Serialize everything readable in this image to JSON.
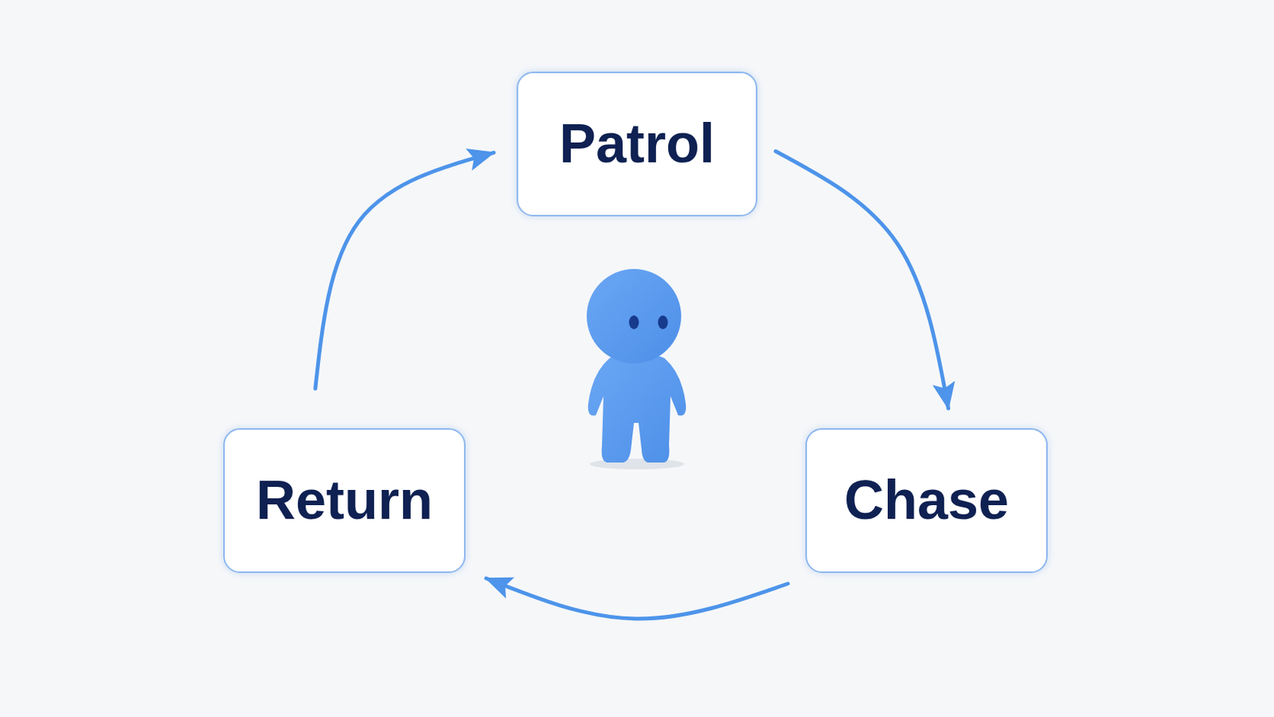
{
  "diagram": {
    "nodes": [
      {
        "text": [
          "Patrol"
        ]
      },
      {
        "text": [
          "Chase"
        ]
      },
      {
        "text": [
          "Return"
        ]
      }
    ],
    "edges": [
      {
        "from": 0,
        "to": 1,
        "arrow": "to"
      },
      {
        "from": 1,
        "to": 2,
        "arrow": "to"
      },
      {
        "from": 2,
        "to": 0,
        "arrow": "to"
      }
    ]
  }
}
